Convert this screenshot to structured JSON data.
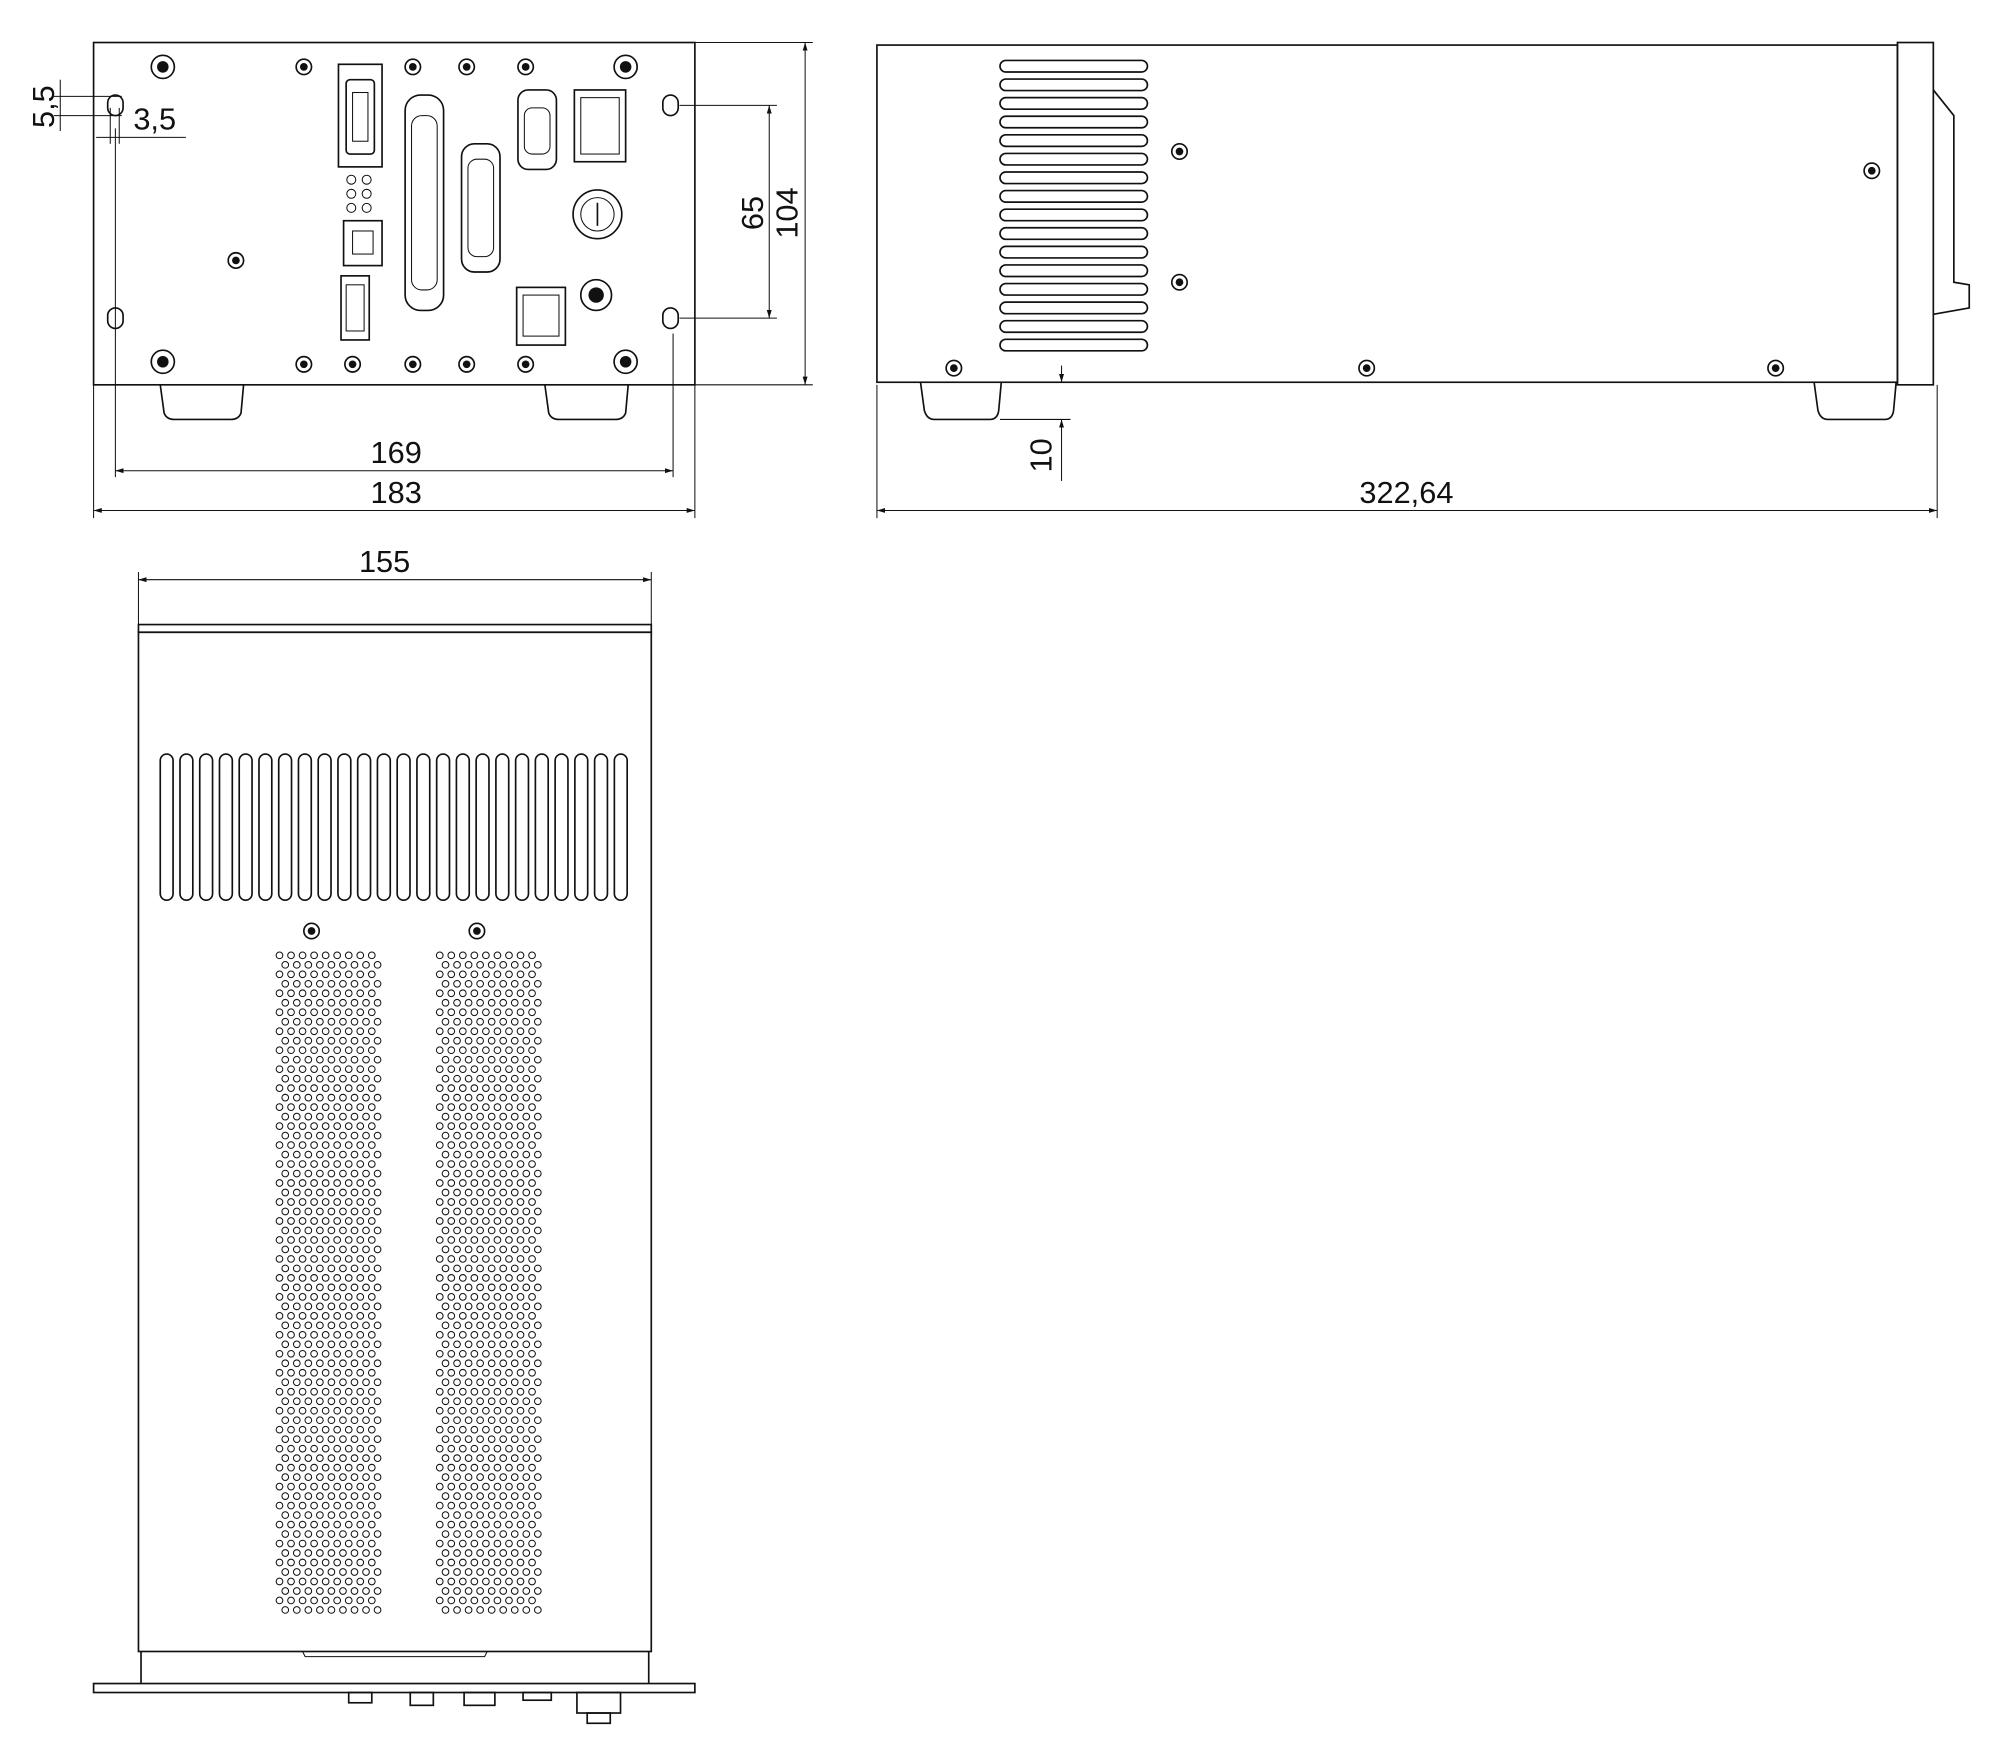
{
  "title": "Enclosure dimension drawing (front, side and top views)",
  "dimensions": {
    "front_hole_height": "5,5",
    "front_hole_width": "3,5",
    "front_hole_spacing_vertical": "65",
    "front_height": "104",
    "front_hole_spacing_horizontal": "169",
    "front_width": "183",
    "side_foot_height": "10",
    "side_length": "322,64",
    "top_width": "155"
  },
  "colors": {
    "line": "#111111",
    "background": "#ffffff"
  }
}
